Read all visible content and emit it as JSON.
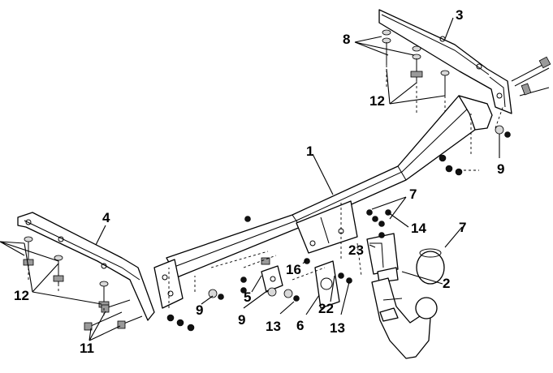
{
  "callouts": {
    "c1": "1",
    "c2": "2",
    "c3": "3",
    "c4": "4",
    "c5": "5",
    "c6": "6",
    "c7a": "7",
    "c7b": "7",
    "c8": "8",
    "c9a": "9",
    "c9b": "9",
    "c9c": "9",
    "c11": "11",
    "c12a": "12",
    "c12b": "12",
    "c13a": "13",
    "c13b": "13",
    "c14": "14",
    "c16": "16",
    "c22": "22",
    "c23": "23"
  }
}
